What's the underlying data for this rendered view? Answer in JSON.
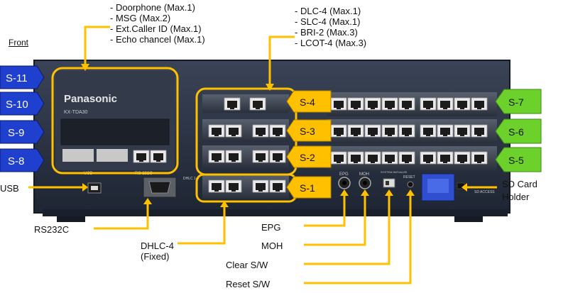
{
  "header": {
    "front_label": "Front"
  },
  "option_list_left": [
    "Doorphone (Max.1)",
    "MSG (Max.2)",
    "Ext.Caller ID (Max.1)",
    "Echo chancel (Max.1)"
  ],
  "option_list_right": [
    "DLC-4 (Max.1)",
    "SLC-4 (Max.1)",
    "BRI-2 (Max.3)",
    "LCOT-4 (Max.3)"
  ],
  "device": {
    "brand": "Panasonic",
    "model": "KX-TDA30",
    "port_labels": {
      "usb": "USB",
      "rs232": "RS-232C",
      "dhlc": "DHLC 1-4",
      "epg": "EPG",
      "moh": "MOH",
      "system_init": "SYSTEM INITIALIZE",
      "reset": "RESET",
      "sd": "SD ACCESS"
    }
  },
  "slots_left": [
    "S-11",
    "S-10",
    "S-9",
    "S-8"
  ],
  "slots_center": [
    "S-4",
    "S-3",
    "S-2",
    "S-1"
  ],
  "slots_right": [
    "S-7",
    "S-6",
    "S-5"
  ],
  "callouts": {
    "usb": "USB",
    "rs232c": "RS232C",
    "dhlc4": [
      "DHLC-4",
      "(Fixed)"
    ],
    "epg": "EPG",
    "moh": "MOH",
    "clear_sw": "Clear S/W",
    "reset_sw": "Reset S/W",
    "sd_card": [
      "SD Card",
      "Holder"
    ]
  },
  "colors": {
    "yellow": "#FFC000",
    "blue": "#1F3FCF",
    "green": "#6CD12A",
    "chassis": "#2B3444"
  }
}
